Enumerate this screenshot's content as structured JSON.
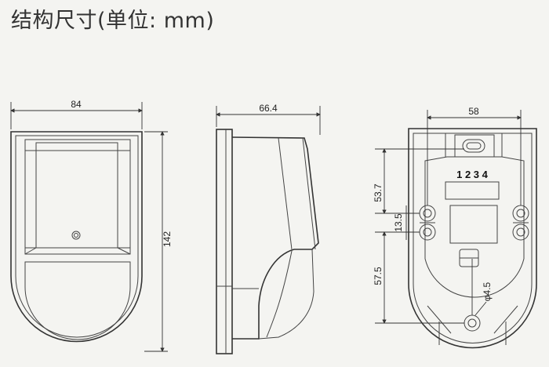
{
  "header": {
    "title": "结构尺寸(单位: mm)"
  },
  "front_view": {
    "width_label": "84",
    "height_label": "142"
  },
  "side_view": {
    "depth_label": "66.4"
  },
  "back_view": {
    "width_label": "58",
    "upper_label": "53.7",
    "mid_label": "13.5",
    "lower_label": "57.5",
    "hole_label": "φ4.5",
    "terminal_labels": "1 2 3 4"
  }
}
